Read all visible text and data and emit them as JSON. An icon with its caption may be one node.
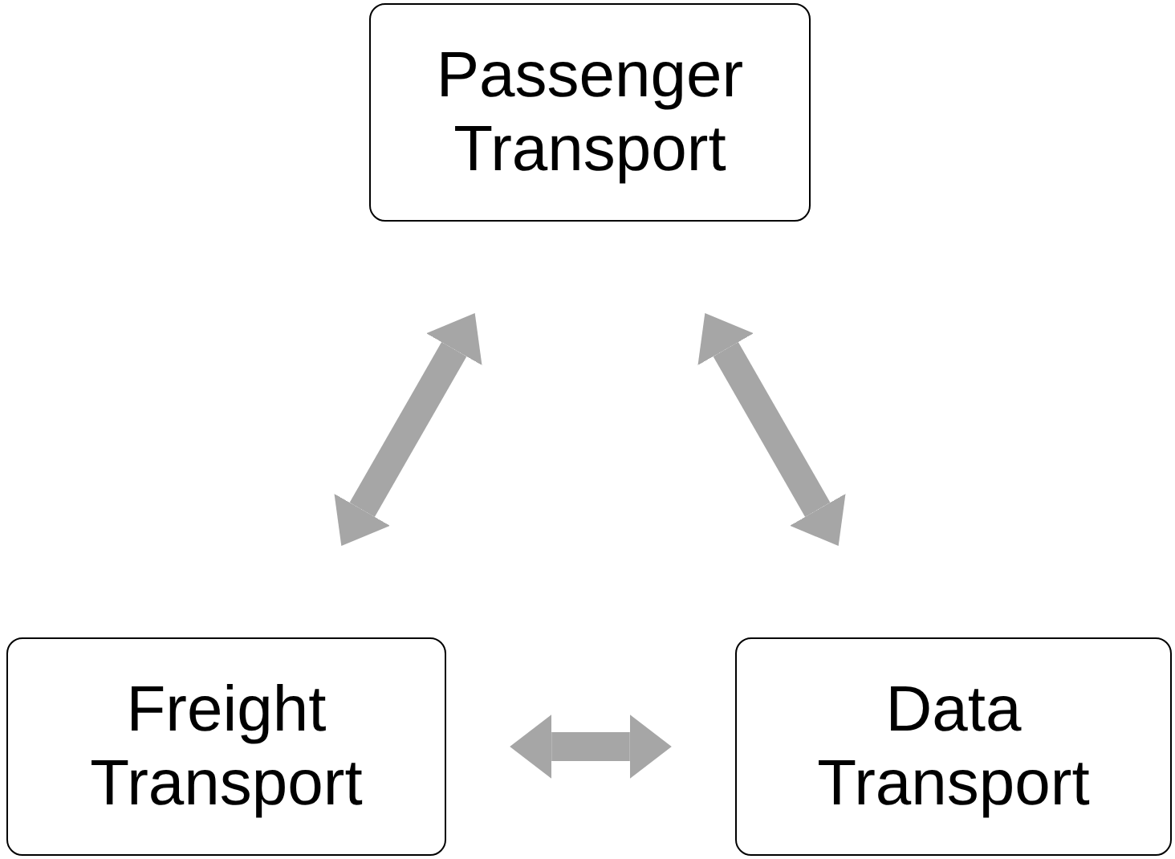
{
  "diagram": {
    "nodes": [
      {
        "text": [
          "Passenger Transport"
        ]
      },
      {
        "text": [
          "Freight Transport"
        ]
      },
      {
        "text": [
          "Data Transport"
        ]
      }
    ],
    "edges": [
      {
        "from": 1,
        "to": 0,
        "arrow": "both"
      },
      {
        "from": 0,
        "to": 2,
        "arrow": "both"
      },
      {
        "from": 1,
        "to": 2,
        "arrow": "both"
      }
    ]
  }
}
